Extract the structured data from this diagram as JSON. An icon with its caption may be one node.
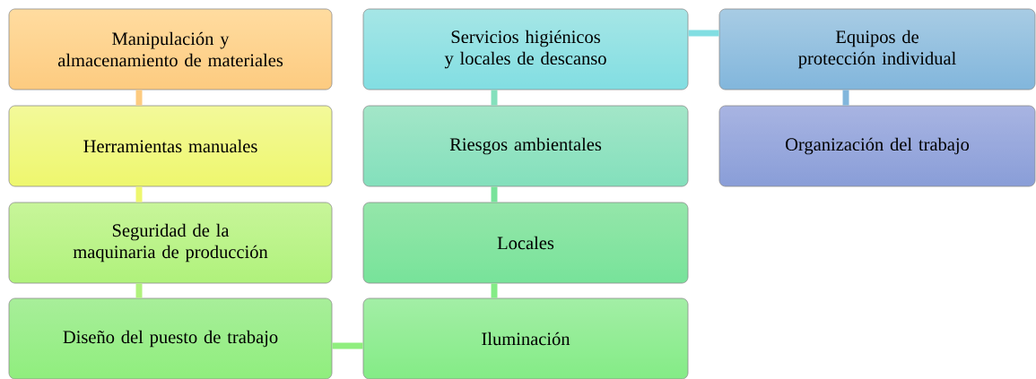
{
  "diagram": {
    "nodes": [
      {
        "text": [
          "Manipulación y almacenamiento de materiales"
        ]
      },
      {
        "text": [
          "Herramientas manuales"
        ]
      },
      {
        "text": [
          "Seguridad de la maquinaria de producción"
        ]
      },
      {
        "text": [
          "Diseño del puesto de trabajo"
        ]
      },
      {
        "text": [
          "Iluminación"
        ]
      },
      {
        "text": [
          "Locales"
        ]
      },
      {
        "text": [
          "Riesgos ambientales"
        ]
      },
      {
        "text": [
          "Servicios higiénicos y locales de descanso"
        ]
      },
      {
        "text": [
          "Equipos de protección individual"
        ]
      },
      {
        "text": [
          "Organización del trabajo"
        ]
      }
    ],
    "edges": [
      {
        "from": 0,
        "to": 1,
        "arrow": "none",
        "color": "#fdcb80"
      },
      {
        "from": 1,
        "to": 2,
        "arrow": "none",
        "color": "#eef76e"
      },
      {
        "from": 2,
        "to": 3,
        "arrow": "none",
        "color": "#b0f27c"
      },
      {
        "from": 3,
        "to": 4,
        "arrow": "none",
        "color": "#90ee7e"
      },
      {
        "from": 4,
        "to": 5,
        "arrow": "none",
        "color": "#84ec86"
      },
      {
        "from": 5,
        "to": 6,
        "arrow": "none",
        "color": "#78e39a"
      },
      {
        "from": 6,
        "to": 7,
        "arrow": "none",
        "color": "#84e0bc"
      },
      {
        "from": 7,
        "to": 8,
        "arrow": "none",
        "color": "#82dee2"
      },
      {
        "from": 8,
        "to": 9,
        "arrow": "none",
        "color": "#82b6dc"
      }
    ]
  }
}
